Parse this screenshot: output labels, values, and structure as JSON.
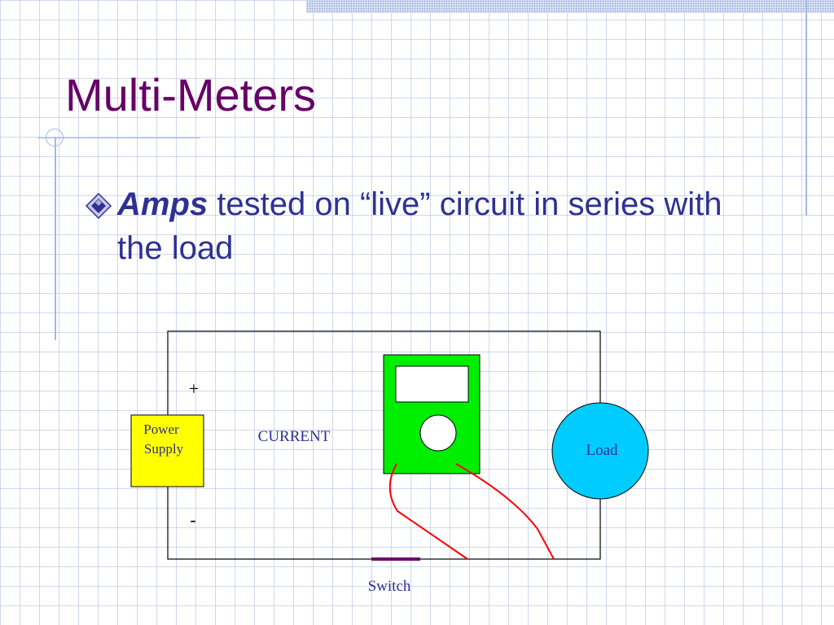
{
  "slide": {
    "title": "Multi-Meters",
    "bullet": {
      "emphasis": "Amps",
      "text": " tested on “live” circuit in series with the load"
    }
  },
  "diagram": {
    "power_supply_line1": "Power",
    "power_supply_line2": "Supply",
    "plus": "+",
    "minus": "-",
    "current_label": "CURRENT",
    "load_label": "Load",
    "switch_label": "Switch"
  },
  "colors": {
    "title": "#660066",
    "bullet_text": "#2e3192",
    "power_supply_fill": "#ffff00",
    "meter_fill": "#00ee00",
    "load_fill": "#00ccff",
    "probe_wires": "#ff0000",
    "switch": "#6a0f6a"
  }
}
